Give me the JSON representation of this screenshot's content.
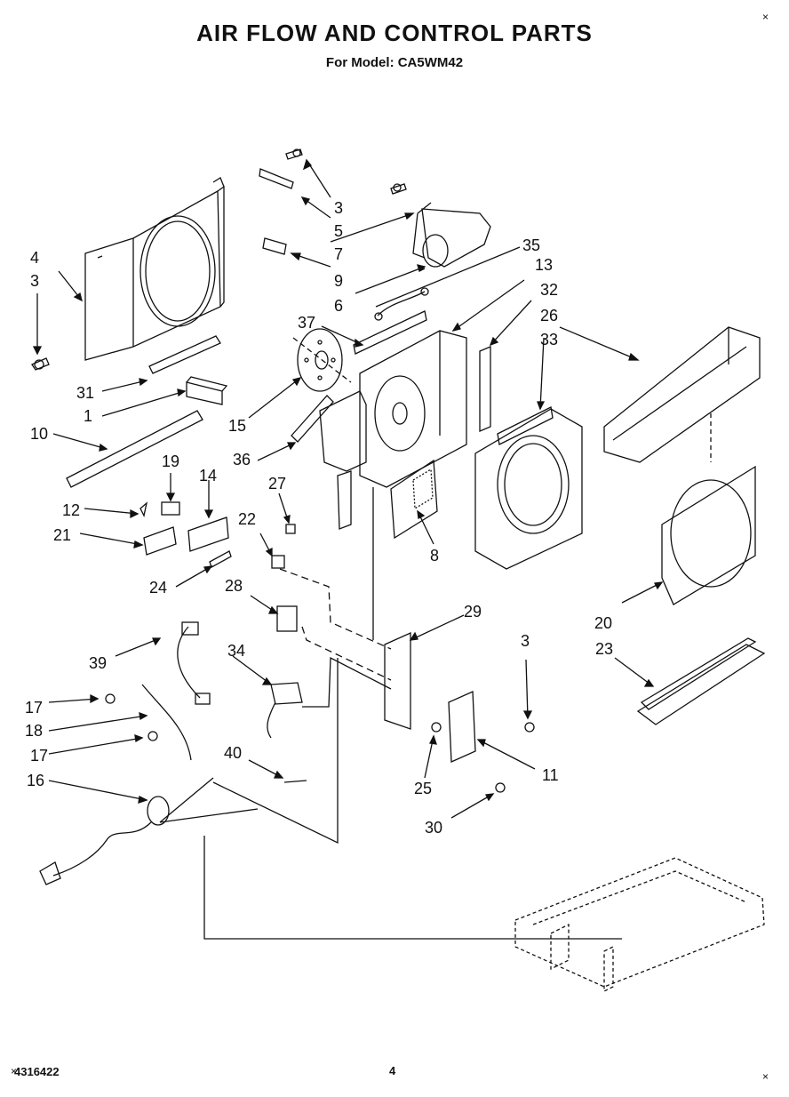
{
  "header": {
    "title": "AIR FLOW AND CONTROL PARTS",
    "subtitle": "For Model: CA5WM42"
  },
  "footer": {
    "doc_number": "4316422",
    "page_number": "4"
  },
  "corner_marks": [
    "×",
    "×",
    "×"
  ],
  "callouts": [
    "4",
    "3",
    "3",
    "5",
    "7",
    "9",
    "35",
    "13",
    "6",
    "32",
    "26",
    "37",
    "33",
    "31",
    "1",
    "15",
    "10",
    "36",
    "19",
    "14",
    "27",
    "22",
    "12",
    "21",
    "8",
    "24",
    "28",
    "29",
    "3",
    "20",
    "23",
    "39",
    "34",
    "17",
    "18",
    "17",
    "40",
    "25",
    "11",
    "16",
    "30"
  ]
}
